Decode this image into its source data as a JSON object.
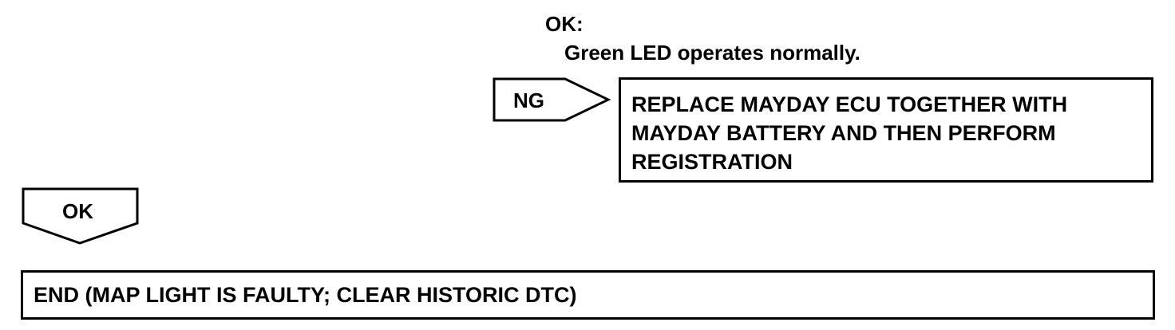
{
  "result_ok": {
    "title": "OK:",
    "detail": "Green LED operates normally."
  },
  "ng_branch": {
    "label": "NG",
    "action_lines": [
      "REPLACE MAYDAY ECU TOGETHER WITH",
      "MAYDAY BATTERY AND THEN PERFORM",
      "REGISTRATION"
    ]
  },
  "ok_branch": {
    "label": "OK"
  },
  "end_step": {
    "text": "END (MAP LIGHT IS FAULTY; CLEAR HISTORIC DTC)"
  }
}
